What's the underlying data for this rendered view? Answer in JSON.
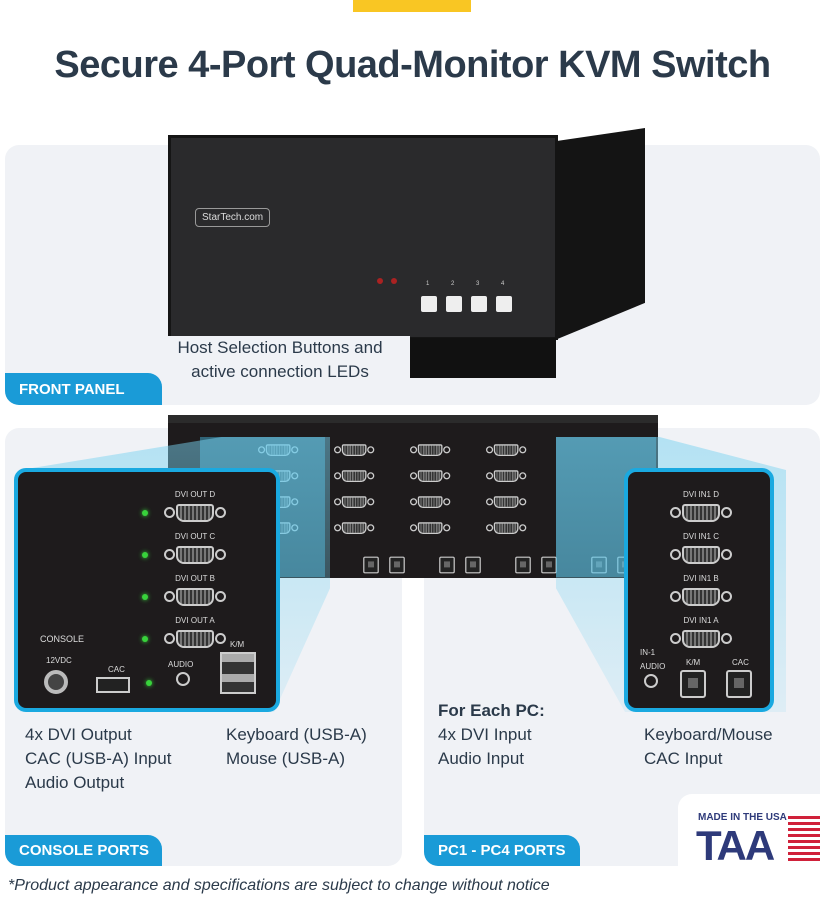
{
  "title": "Secure 4-Port Quad-Monitor KVM Switch",
  "front": {
    "brand": "StarTech.com",
    "caption_line1": "Host Selection Buttons and",
    "caption_line2": "active connection LEDs",
    "tab": "FRONT PANEL",
    "button_numbers": [
      "1",
      "2",
      "3",
      "4"
    ]
  },
  "console": {
    "port_labels": [
      "DVI OUT D",
      "DVI OUT C",
      "DVI OUT B",
      "DVI OUT A"
    ],
    "console_label": "CONSOLE",
    "power_label": "12VDC",
    "cac_label": "CAC",
    "audio_label": "AUDIO",
    "km_label": "K/M",
    "features_left": [
      "4x DVI Output",
      "CAC (USB-A) Input",
      "Audio Output"
    ],
    "features_right": [
      "Keyboard (USB-A)",
      "Mouse (USB-A)"
    ],
    "tab": "CONSOLE PORTS"
  },
  "pc": {
    "port_labels": [
      "DVI IN1 D",
      "DVI IN1 C",
      "DVI IN1 B",
      "DVI IN1 A"
    ],
    "in_label": "IN-1",
    "audio_label": "AUDIO",
    "km_label": "K/M",
    "cac_label": "CAC",
    "heading": "For Each PC:",
    "features_mid": [
      "4x DVI Input",
      "Audio Input"
    ],
    "features_right": [
      "Keyboard/Mouse",
      "CAC Input"
    ],
    "tab": "PC1 - PC4 PORTS"
  },
  "badge": {
    "line1": "MADE IN THE USA",
    "line2": "TAA"
  },
  "footer": "*Product appearance and specifications are subject to change without notice",
  "colors": {
    "accent": "#1a9bd7",
    "yellow": "#f9c623",
    "text": "#2b3a4a",
    "badge_blue": "#2e3a7a",
    "badge_red": "#d0213a"
  }
}
